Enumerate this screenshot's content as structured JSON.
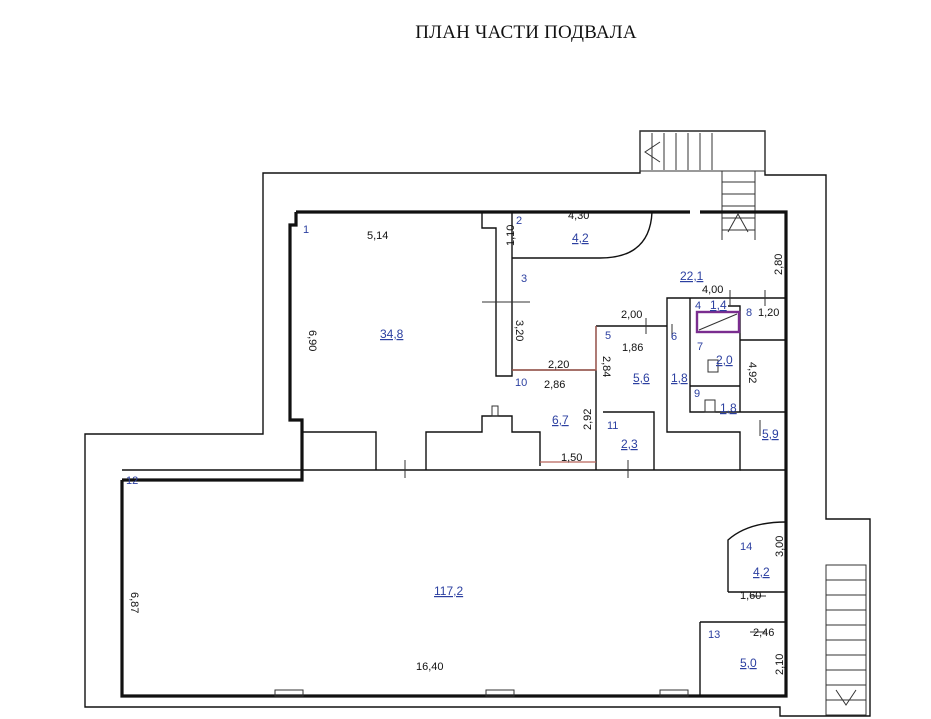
{
  "title": "ПЛАН ЧАСТИ ПОДВАЛА",
  "rooms": {
    "r1": {
      "num": "1",
      "area": "34,8"
    },
    "r2": {
      "num": "2",
      "area": "4,2"
    },
    "r3": {
      "num": "3",
      "area": "22,1"
    },
    "r4": {
      "num": "4",
      "area": "1,4"
    },
    "r5": {
      "num": "5",
      "area": "5,6"
    },
    "r6": {
      "num": "6",
      "area": "1,8"
    },
    "r7": {
      "num": "7",
      "area": "2,0"
    },
    "r8": {
      "num": "8",
      "area": "5,9"
    },
    "r9": {
      "num": "9",
      "area": "1,8"
    },
    "r10": {
      "num": "10",
      "area": "6,7"
    },
    "r11": {
      "num": "11",
      "area": "2,3"
    },
    "r12": {
      "num": "12",
      "area": "117,2"
    },
    "r13": {
      "num": "13",
      "area": "5,0"
    },
    "r14": {
      "num": "14",
      "area": "4,2"
    }
  },
  "dims": {
    "d514": "5,14",
    "d690": "6,90",
    "d430": "4,30",
    "d110": "1,10",
    "d280": "2,80",
    "d320": "3,20",
    "d220": "2,20",
    "d286": "2,86",
    "d400": "4,00",
    "d120": "1,20",
    "d200": "2,00",
    "d186": "1,86",
    "d284": "2,84",
    "d492": "4,92",
    "d292": "2,92",
    "d150": "1,50",
    "d687": "6,87",
    "d1640": "16,40",
    "d300": "3,00",
    "d160": "1,60",
    "d246": "2,46",
    "d210": "2,10"
  }
}
